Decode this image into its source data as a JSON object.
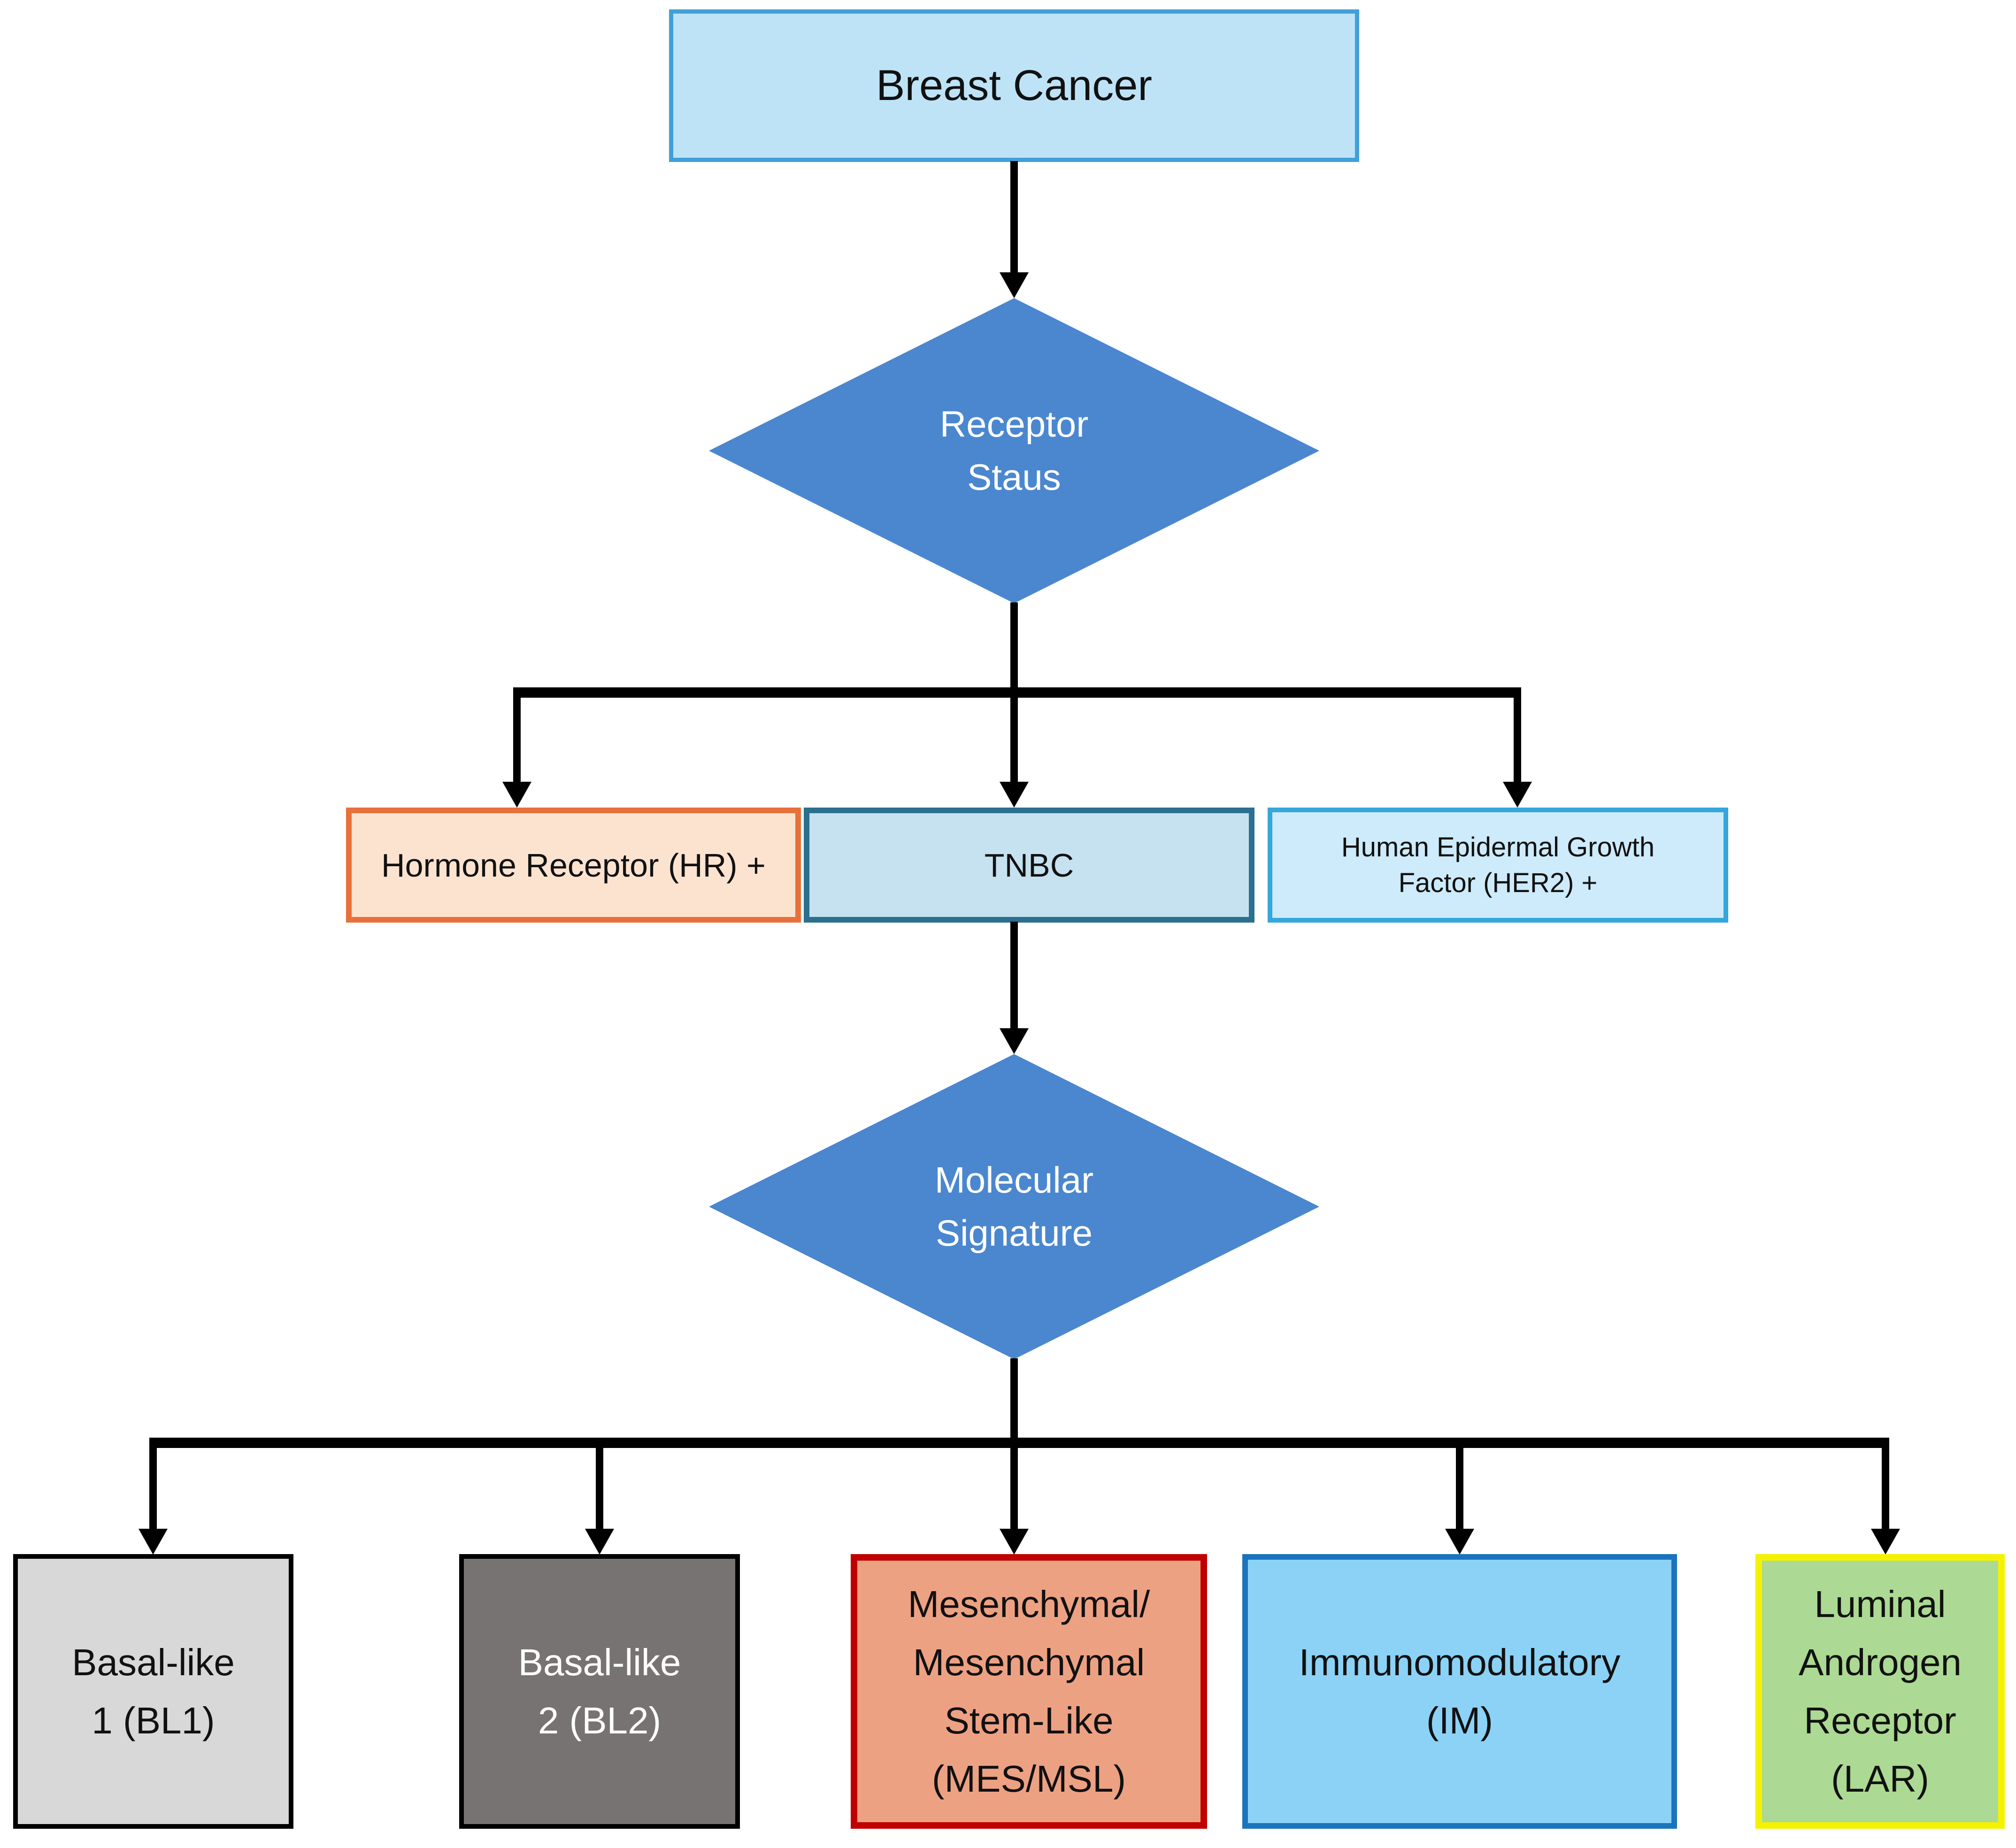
{
  "nodes": {
    "root": {
      "label": "Breast Cancer",
      "fill": "#BEE3F7",
      "border": "#41A0D8",
      "text_color": "#111111"
    },
    "decision_receptor": {
      "lines": [
        "Receptor",
        "Staus"
      ],
      "fill": "#4B87CF",
      "text_color": "#FFFFFF"
    },
    "receptor_hr": {
      "label": "Hormone Receptor (HR) +",
      "fill": "#FCE3D0",
      "border": "#E8703A",
      "text_color": "#111111"
    },
    "receptor_tnbc": {
      "label": "TNBC",
      "fill": "#C6E1F0",
      "border": "#2B708F",
      "text_color": "#111111"
    },
    "receptor_her2": {
      "lines": [
        "Human Epidermal Growth",
        "Factor (HER2) +"
      ],
      "fill": "#CDEBFA",
      "border": "#35A7DC",
      "text_color": "#111111"
    },
    "decision_molecular": {
      "lines": [
        "Molecular",
        "Signature"
      ],
      "fill": "#4B87CF",
      "text_color": "#FFFFFF"
    },
    "subtype_bl1": {
      "lines": [
        "Basal-like",
        "1 (BL1)"
      ],
      "fill": "#D8D8D8",
      "border": "#000000",
      "text_color": "#111111"
    },
    "subtype_bl2": {
      "lines": [
        "Basal-like",
        "2 (BL2)"
      ],
      "fill": "#787373",
      "border": "#000000",
      "text_color": "#FFFFFF"
    },
    "subtype_mes": {
      "lines": [
        "Mesenchymal/",
        "Mesenchymal",
        "Stem-Like",
        "(MES/MSL)"
      ],
      "fill": "#EDA183",
      "border": "#C00000",
      "text_color": "#111111"
    },
    "subtype_im": {
      "lines": [
        "Immunomodulatory",
        "(IM)"
      ],
      "fill": "#8BD2F6",
      "border": "#1B74BB",
      "text_color": "#111111"
    },
    "subtype_lar": {
      "lines": [
        "Luminal",
        "Androgen",
        "Receptor",
        "(LAR)"
      ],
      "fill": "#ACD993",
      "border": "#F5F200",
      "text_color": "#111111"
    }
  },
  "connectors": {
    "color": "#000000"
  },
  "canvas": {
    "background": "#FFFFFF"
  }
}
